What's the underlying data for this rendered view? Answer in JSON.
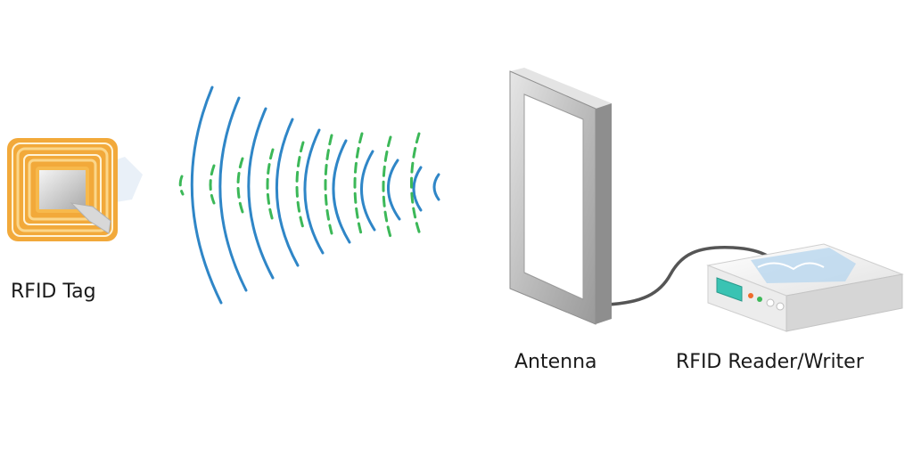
{
  "labels": {
    "tag": "RFID Tag",
    "antenna": "Antenna",
    "reader": "RFID Reader/Writer"
  },
  "colors": {
    "background": "#ffffff",
    "tag_coil": "#f2a93a",
    "tag_coil_light": "#fbd68a",
    "signal_out": "#2f86c7",
    "signal_back": "#3cb858",
    "antenna_frame": "#c9c9c9",
    "reader_body": "#f1f1f1",
    "reader_display": "#3ac3b3",
    "cable": "#555555"
  },
  "icons": {
    "tag": "rfid-tag-icon",
    "antenna": "antenna-icon",
    "reader": "rfid-reader-icon"
  }
}
